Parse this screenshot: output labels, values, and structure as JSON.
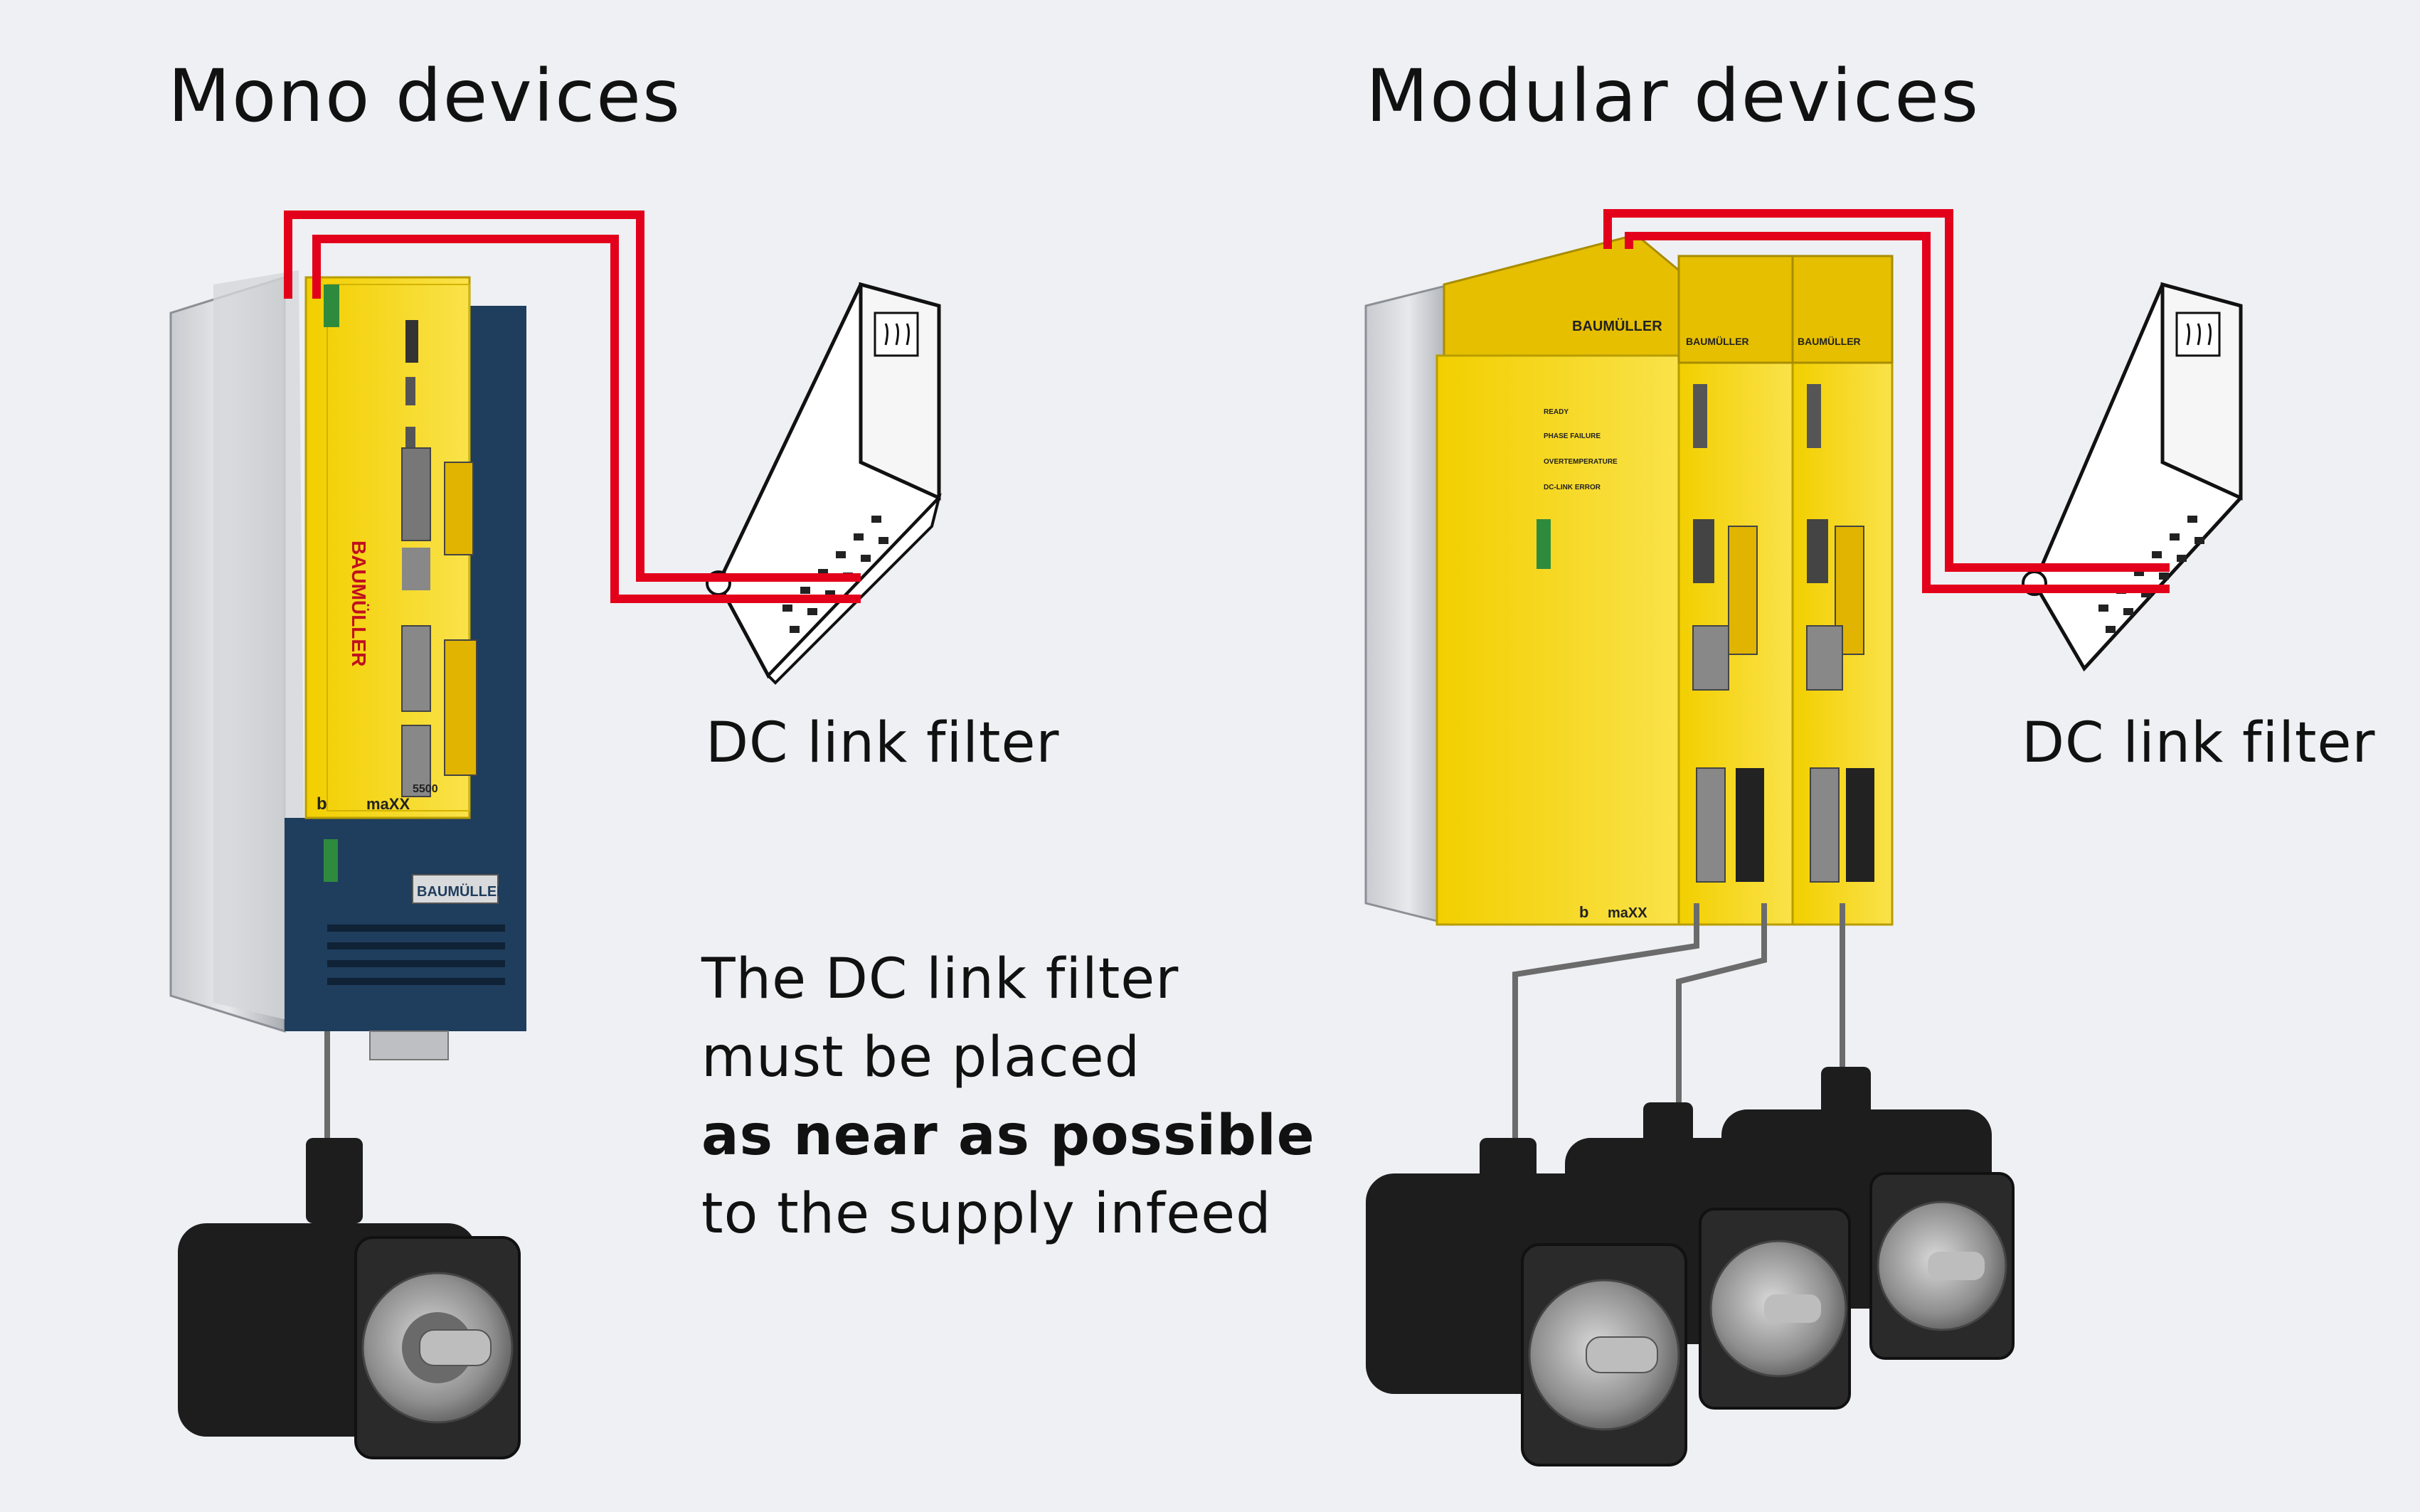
{
  "titles": {
    "mono": "Mono devices",
    "modular": "Modular devices"
  },
  "labels": {
    "filter_left": "DC link filter",
    "filter_right": "DC link filter"
  },
  "note": {
    "line1": "The DC link filter",
    "line2": "must be placed",
    "line3": "as near as possible",
    "line4": "to the supply infeed"
  },
  "device_text": {
    "brand": "BAUMÜLLER",
    "model_prefix": "b",
    "model": "maXX",
    "series": "5500",
    "leds": [
      "READY",
      "PHASE FAILURE",
      "OVERTEMPERATURE",
      "DC-LINK ERROR"
    ]
  },
  "colors": {
    "background": "#eef0f3",
    "dc_link_line": "#e3001b",
    "device_yellow": "#f6d600",
    "device_blue": "#1f3d5c",
    "motor_black": "#1d1d1d"
  }
}
